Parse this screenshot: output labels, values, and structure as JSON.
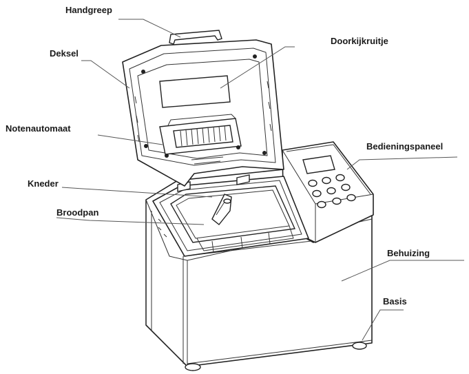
{
  "labels": {
    "handle": "Handgreep",
    "lid": "Deksel",
    "window": "Doorkijkruitje",
    "dispenser": "Notenautomaat",
    "control_panel": "Bedieningspaneel",
    "kneader": "Kneder",
    "bread_pan": "Broodpan",
    "housing": "Behuizing",
    "base": "Basis"
  }
}
